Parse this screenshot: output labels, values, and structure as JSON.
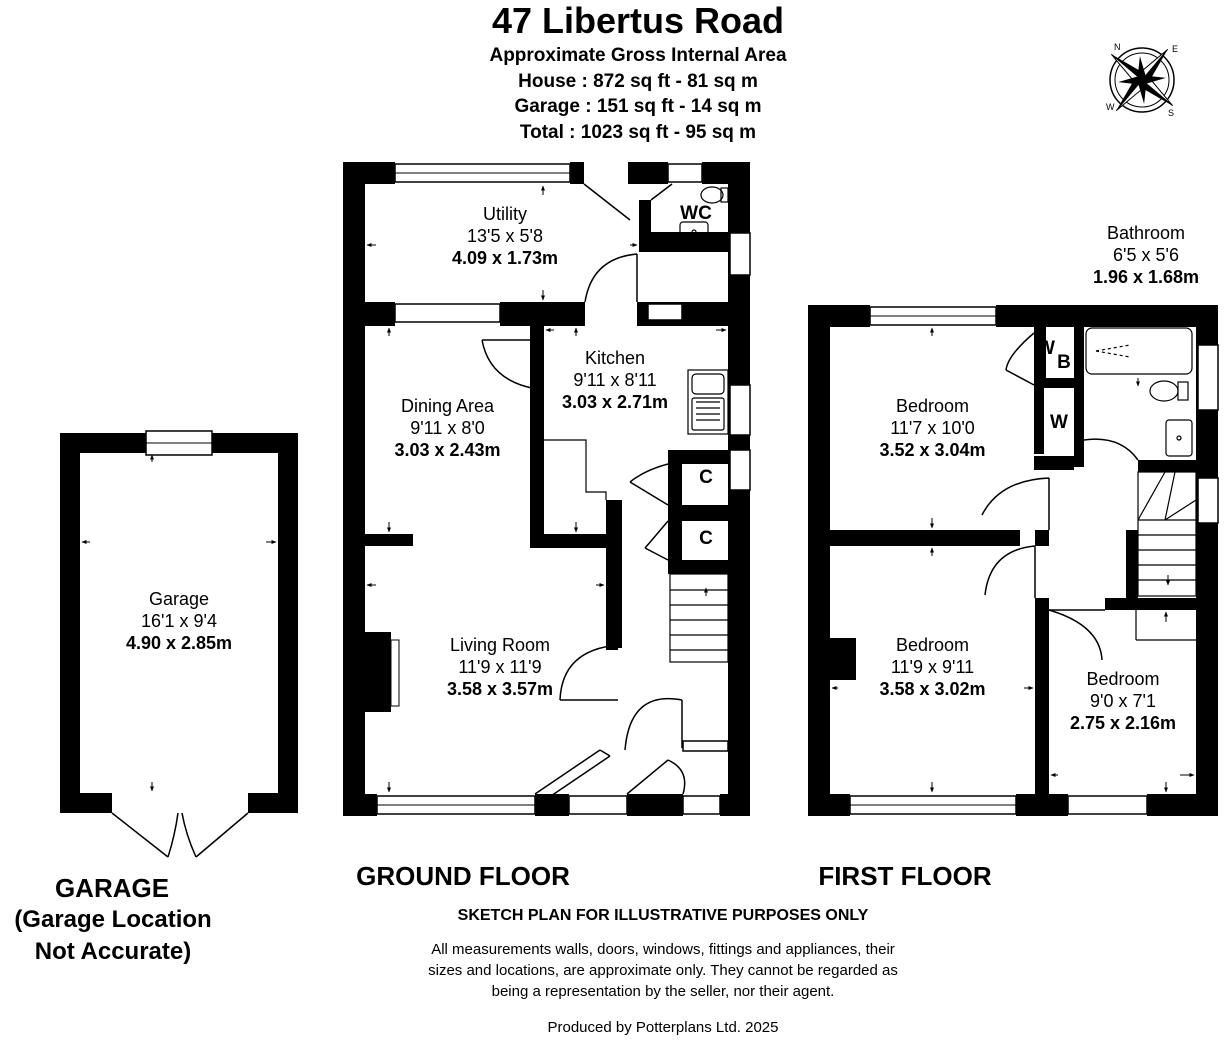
{
  "header": {
    "title": "47 Libertus Road",
    "subtitle": "Approximate Gross Internal Area",
    "house_area": "House : 872 sq ft - 81 sq m",
    "garage_area": "Garage : 151 sq ft - 14 sq m",
    "total_area": "Total : 1023 sq ft - 95 sq m"
  },
  "compass": {
    "n": "N",
    "e": "E",
    "s": "S",
    "w": "W"
  },
  "floors": {
    "garage": {
      "label": "GARAGE",
      "note1": "(Garage Location",
      "note2": "Not Accurate)"
    },
    "ground": {
      "label": "GROUND FLOOR"
    },
    "first": {
      "label": "FIRST FLOOR"
    }
  },
  "rooms": {
    "garage": {
      "name": "Garage",
      "imperial": "16'1 x 9'4",
      "metric": "4.90 x 2.85m"
    },
    "utility": {
      "name": "Utility",
      "imperial": "13'5 x 5'8",
      "metric": "4.09 x 1.73m"
    },
    "wc": {
      "name": "WC"
    },
    "kitchen": {
      "name": "Kitchen",
      "imperial": "9'11 x 8'11",
      "metric": "3.03 x 2.71m"
    },
    "dining": {
      "name": "Dining Area",
      "imperial": "9'11 x 8'0",
      "metric": "3.03 x 2.43m"
    },
    "living": {
      "name": "Living Room",
      "imperial": "11'9 x 11'9",
      "metric": "3.58 x 3.57m"
    },
    "cupboard1": {
      "name": "C"
    },
    "cupboard2": {
      "name": "C"
    },
    "bathroom": {
      "name": "Bathroom",
      "imperial": "6'5 x 5'6",
      "metric": "1.96 x 1.68m"
    },
    "bedroom1": {
      "name": "Bedroom",
      "imperial": "11'7 x 10'0",
      "metric": "3.52 x 3.04m"
    },
    "bedroom2": {
      "name": "Bedroom",
      "imperial": "11'9 x 9'11",
      "metric": "3.58 x 3.02m"
    },
    "bedroom3": {
      "name": "Bedroom",
      "imperial": "9'0 x 7'1",
      "metric": "2.75 x 2.16m"
    },
    "wardrobe1": {
      "name": "W"
    },
    "wardrobe2": {
      "name": "W"
    },
    "boiler": {
      "name": "B"
    }
  },
  "footer": {
    "sketch": "SKETCH PLAN FOR ILLUSTRATIVE PURPOSES ONLY",
    "disclaimer1": "All measurements walls, doors, windows, fittings and appliances, their",
    "disclaimer2": "sizes and locations, are approximate only. They cannot be regarded as",
    "disclaimer3": "being a representation by the seller, nor their agent.",
    "produced": "Produced by Potterplans Ltd. 2025"
  }
}
